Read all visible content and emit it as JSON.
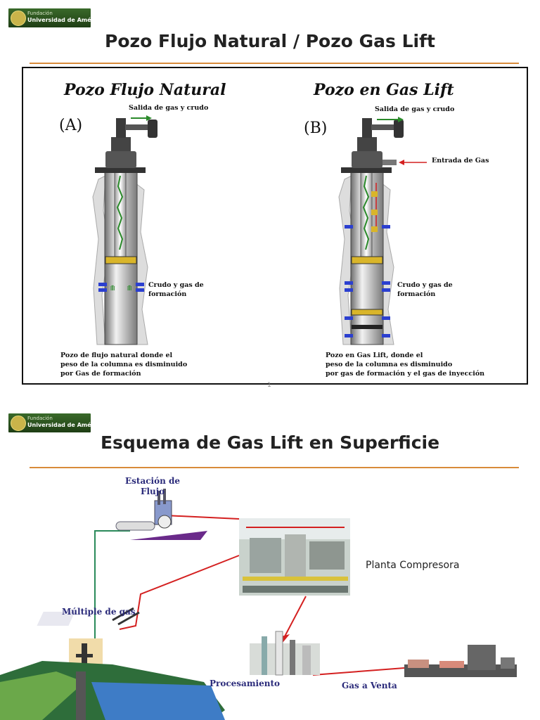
{
  "logo": {
    "line1": "Fundación",
    "line2": "Universidad de América"
  },
  "slide1": {
    "title": "Pozo Flujo Natural / Pozo Gas Lift",
    "left": {
      "heading": "Pozo Flujo Natural",
      "letter": "(A)",
      "outlet": "Salida de gas y crudo",
      "formation": [
        "Crudo y gas de",
        "formación"
      ],
      "caption": [
        "Pozo de flujo natural donde el",
        "peso de la columna es disminuido",
        "por Gas de formación"
      ]
    },
    "right": {
      "heading": "Pozo en Gas Lift",
      "letter": "(B)",
      "outlet": "Salida de gas y crudo",
      "inlet": "Entrada de Gas",
      "formation": [
        "Crudo y gas de",
        "formación"
      ],
      "caption": [
        "Pozo en Gas Lift, donde el",
        "peso de la columna es disminuido",
        "por gas de formación y el gas de inyección"
      ]
    },
    "page_number": "1"
  },
  "slide2": {
    "title": "Esquema de Gas Lift en Superficie",
    "station": [
      "Estación de",
      "Flujo"
    ],
    "compressor": "Planta Compresora",
    "manifold": "Múltiple de gas",
    "processing": "Procesamiento",
    "sales": "Gas a Venta"
  },
  "colors": {
    "accent_rule": "#d88b3a",
    "logo_green": "#2e5a20",
    "flow_red": "#d42020",
    "label_blue": "#2a2a7a"
  }
}
